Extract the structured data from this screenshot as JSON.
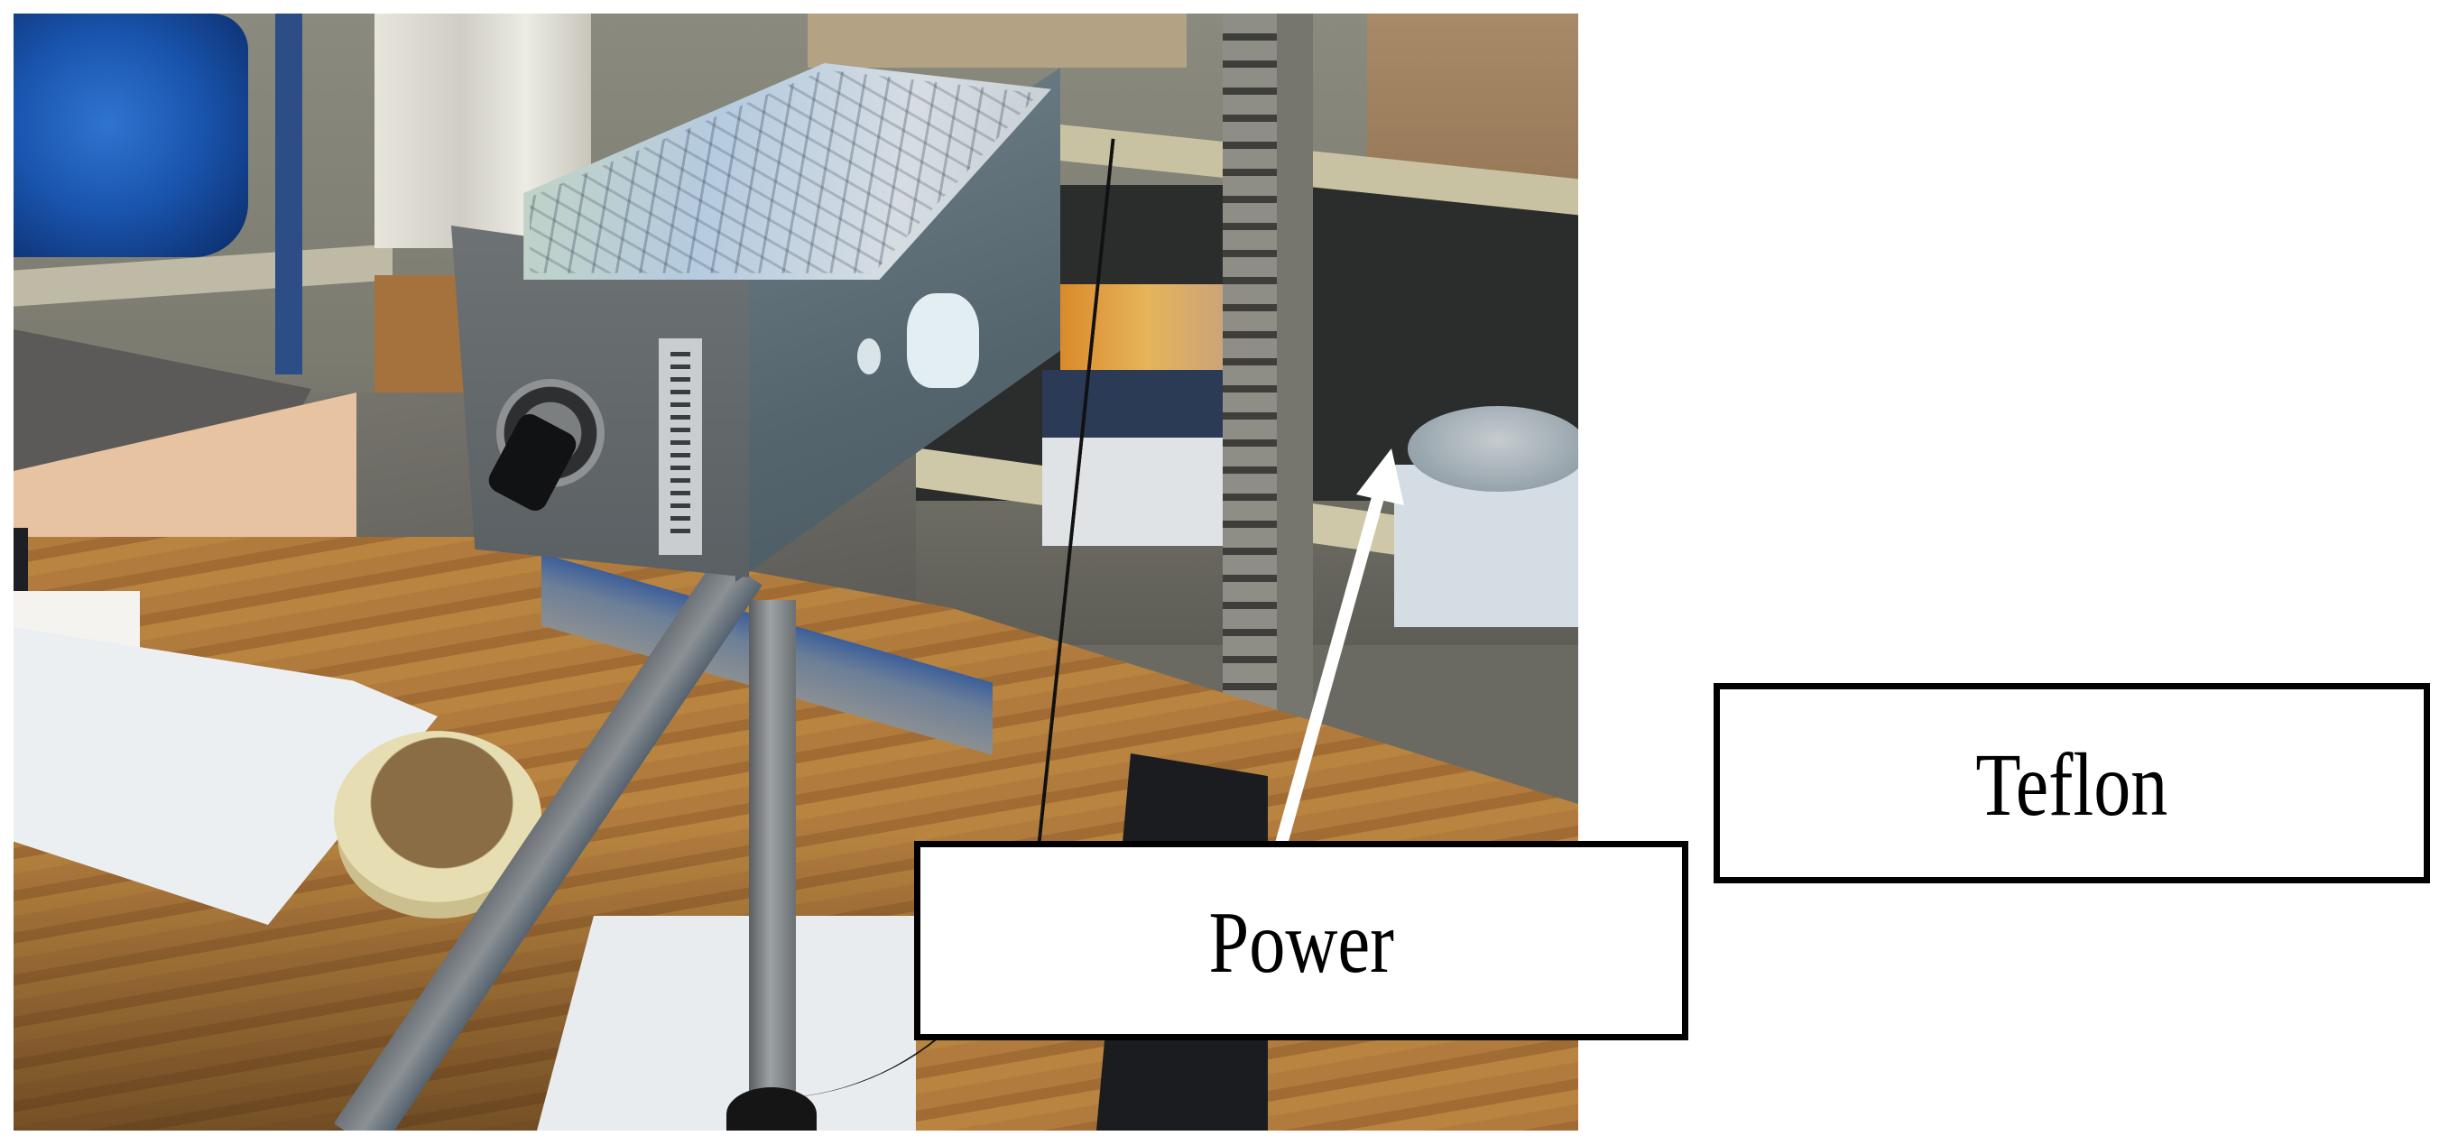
{
  "figure": {
    "photo_description": "Laboratory bench photograph showing an instrument box on a stand with a control knob, and a Teflon sample on a shelf",
    "labels": [
      {
        "id": "power",
        "text": "Power"
      },
      {
        "id": "teflon",
        "text": "Teflon"
      }
    ],
    "arrow": {
      "color": "#ffffff",
      "from_label": "Power",
      "to": "teflon-sample"
    },
    "colors": {
      "label_border": "#000000",
      "label_background": "#ffffff",
      "label_text": "#000000",
      "arrow": "#ffffff"
    }
  }
}
